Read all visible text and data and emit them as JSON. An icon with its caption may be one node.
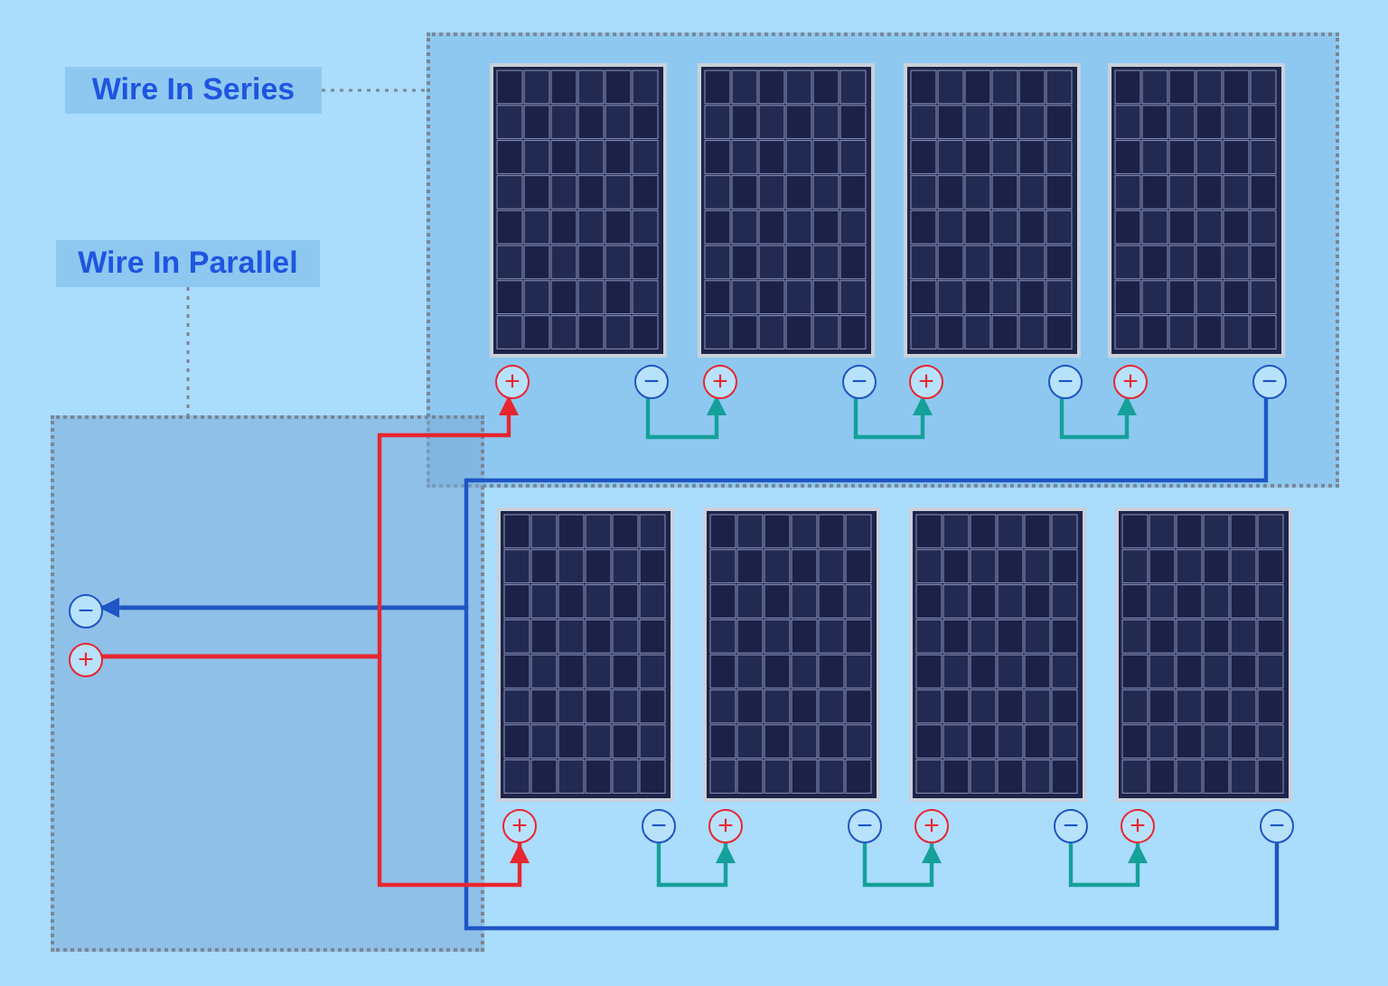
{
  "diagram": {
    "nodes": [
      {
        "text": [
          "Wire In Series"
        ]
      },
      {
        "text": [],
        "shape": "box"
      },
      {
        "text": [
          "Wire In Parallel"
        ]
      },
      {
        "text": [],
        "shape": "box"
      },
      {
        "text": [],
        "shape": "picture",
        "in": 1
      },
      {
        "text": [],
        "shape": "picture",
        "in": 1
      },
      {
        "text": [],
        "shape": "picture",
        "in": 1
      },
      {
        "text": [],
        "shape": "picture",
        "in": 1
      },
      {
        "text": [],
        "shape": "picture"
      },
      {
        "text": [],
        "shape": "picture"
      },
      {
        "text": [],
        "shape": "picture"
      },
      {
        "text": [],
        "shape": "picture"
      },
      {
        "text": [
          "+"
        ],
        "in": 1
      },
      {
        "text": [
          "−"
        ],
        "in": 1
      },
      {
        "text": [
          "+"
        ],
        "in": 1
      },
      {
        "text": [
          "−"
        ],
        "in": 1
      },
      {
        "text": [
          "+"
        ],
        "in": 1
      },
      {
        "text": [
          "−"
        ],
        "in": 1
      },
      {
        "text": [
          "+"
        ],
        "in": 1
      },
      {
        "text": [
          "−"
        ],
        "in": 1
      },
      {
        "text": [
          "+"
        ]
      },
      {
        "text": [
          "−"
        ]
      },
      {
        "text": [
          "+"
        ]
      },
      {
        "text": [
          "−"
        ]
      },
      {
        "text": [
          "+"
        ]
      },
      {
        "text": [
          "−"
        ]
      },
      {
        "text": [
          "+"
        ]
      },
      {
        "text": [
          "−"
        ]
      },
      {
        "text": [
          "−"
        ],
        "in": 3
      },
      {
        "text": [
          "+"
        ],
        "in": 3
      }
    ],
    "edges": [
      {
        "from": 0,
        "to": 1,
        "arrow": "none",
        "style": "dashed",
        "color": "#7a8794"
      },
      {
        "from": 2,
        "to": 3,
        "arrow": "none",
        "style": "dashed",
        "color": "#7a8794"
      },
      {
        "from": 13,
        "to": 14,
        "arrow": "to"
      },
      {
        "from": 15,
        "to": 16,
        "arrow": "to"
      },
      {
        "from": 17,
        "to": 18,
        "arrow": "to"
      },
      {
        "from": 21,
        "to": 22,
        "arrow": "to"
      },
      {
        "from": 23,
        "to": 24,
        "arrow": "to"
      },
      {
        "from": 25,
        "to": 26,
        "arrow": "to"
      },
      {
        "from": 19,
        "to": 28,
        "arrow": "to",
        "color": "#1f55c4"
      },
      {
        "from": 27,
        "to": 28,
        "arrow": "to",
        "color": "#1f55c4"
      },
      {
        "from": 29,
        "to": 12,
        "arrow": "to",
        "color": "#e8262f"
      },
      {
        "from": 29,
        "to": 20,
        "arrow": "to",
        "color": "#e8262f"
      }
    ]
  }
}
